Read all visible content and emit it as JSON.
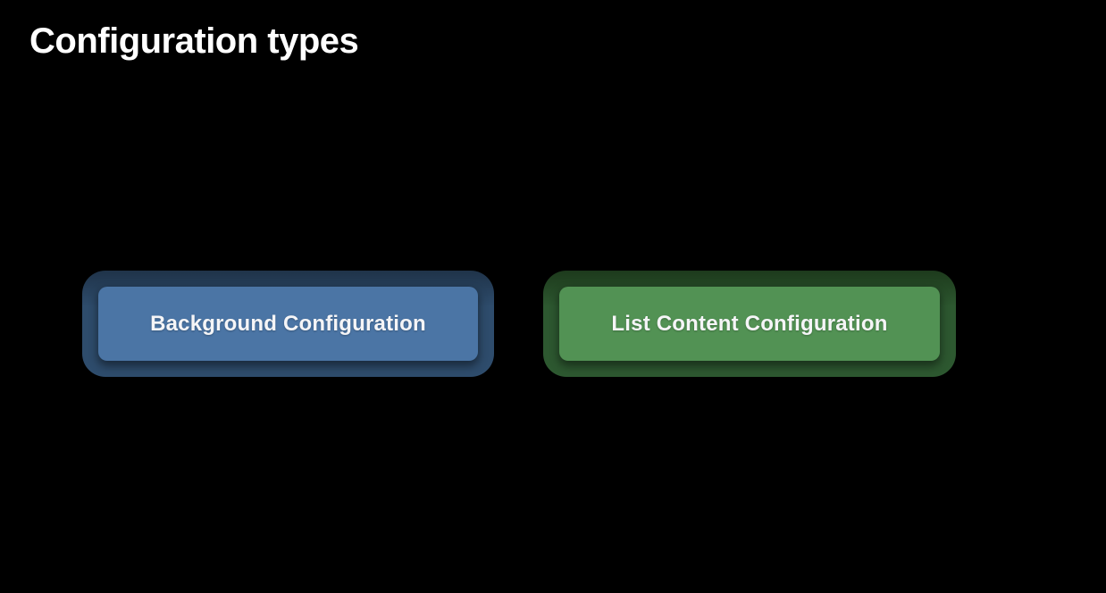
{
  "slide": {
    "title": "Configuration types"
  },
  "nodes": {
    "background_configuration": {
      "label": "Background Configuration"
    },
    "list_content_configuration": {
      "label": "List Content Configuration"
    }
  },
  "colors": {
    "bg": "#000000",
    "title": "#ffffff",
    "label": "#f5f5f7",
    "blue-outer": "#2e4c6c",
    "blue-outer-dark": "#1f3349",
    "blue-inner": "#4b75a5",
    "green-outer": "#2d5830",
    "green-outer-dark": "#1d3a1c",
    "green-inner": "#529254"
  }
}
